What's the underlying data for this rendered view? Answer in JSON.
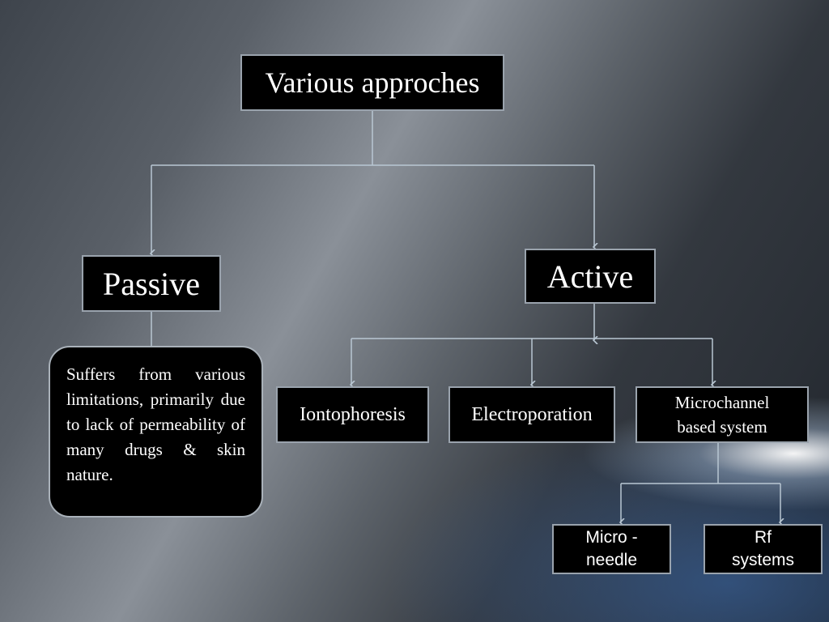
{
  "diagram": {
    "root": "Various approches",
    "passive": "Passive",
    "active": "Active",
    "passive_note": "Suffers from various limitations, primarily due to lack of permeability of many drugs & skin nature.",
    "active_children": [
      "Iontophoresis",
      "Electroporation",
      "Microchannel based system"
    ],
    "microchannel_children": [
      "Micro - needle",
      "Rf systems"
    ]
  },
  "colors": {
    "box_fill": "#000000",
    "box_border": "#9aa3ad",
    "connector": "#b9c7d3",
    "text": "#ffffff"
  }
}
